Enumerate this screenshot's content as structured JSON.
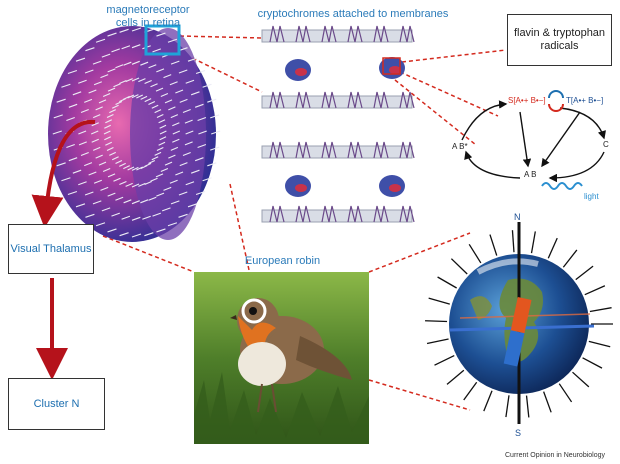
{
  "labels": {
    "magnetoreceptor": "magnetoreceptor cells in retina",
    "cryptochromes": "cryptochromes attached to membranes",
    "flavin": "flavin & tryptophan radicals",
    "visual_thalamus": "Visual Thalamus",
    "cluster_n": "Cluster N",
    "european_robin": "European robin",
    "credit": "Current Opinion in Neurobiology"
  },
  "reaction": {
    "singlet": "S[A•+ B•−]",
    "triplet": "T[A•+ B•−]",
    "ab_star": "A B*",
    "ab": "A B",
    "c": "C",
    "light": "light"
  },
  "compass": {
    "north": "N",
    "south": "S"
  },
  "colors": {
    "accent_blue": "#2b7bb9",
    "red_dashed": "#d42a1e",
    "arrow_red": "#b5121b",
    "eye_sphere": "#7a1f8a"
  },
  "icons": [
    "retina-hemisphere-icon",
    "cryptochrome-protein-icon",
    "earth-globe-icon",
    "robin-photo",
    "magnet-bar-icon",
    "light-wave-icon"
  ]
}
